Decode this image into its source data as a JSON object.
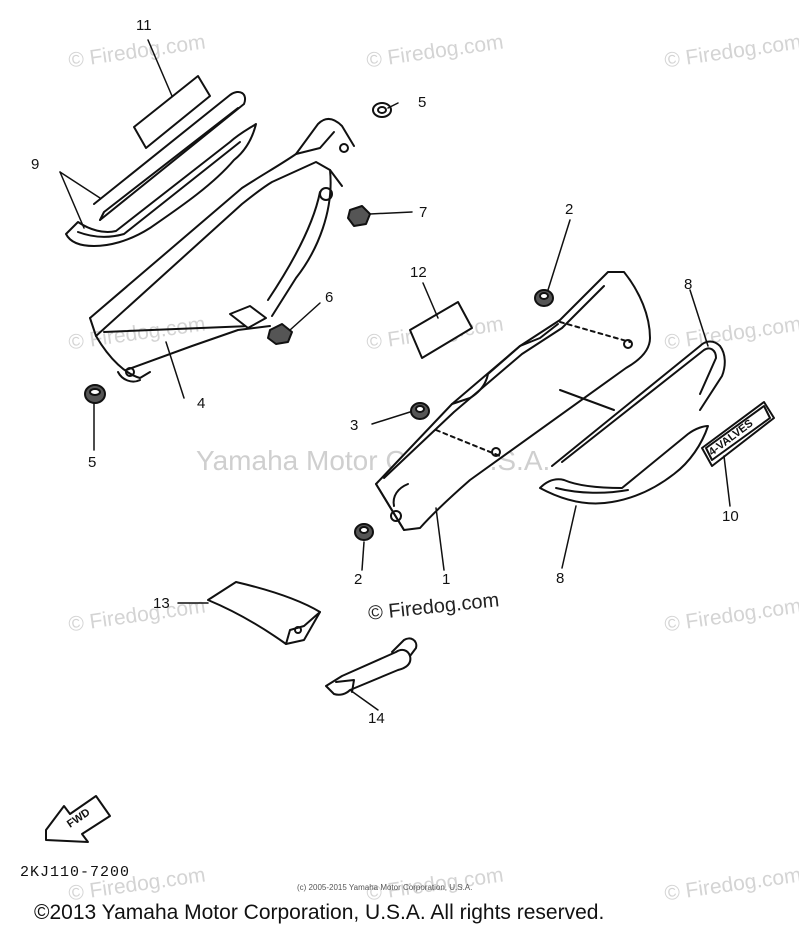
{
  "watermarks": {
    "firedog": "© Firedog.com",
    "center": "© Firedog.com",
    "yamaha": "Yamaha Motor Corp., U.S.A."
  },
  "callouts": {
    "c1": "1",
    "c2a": "2",
    "c2b": "2",
    "c3": "3",
    "c4": "4",
    "c5a": "5",
    "c5b": "5",
    "c6": "6",
    "c7": "7",
    "c8a": "8",
    "c8b": "8",
    "c9": "9",
    "c10": "10",
    "c11": "11",
    "c12": "12",
    "c13": "13",
    "c14": "14"
  },
  "emblem_text": "4-VALVES",
  "fwd_label": "FWD",
  "part_code": "2KJ110-7200",
  "tiny_copyright": "(c) 2005-2015 Yamaha Motor Corporation, U.S.A.",
  "copyright": "©2013 Yamaha Motor Corporation, U.S.A. All rights reserved."
}
